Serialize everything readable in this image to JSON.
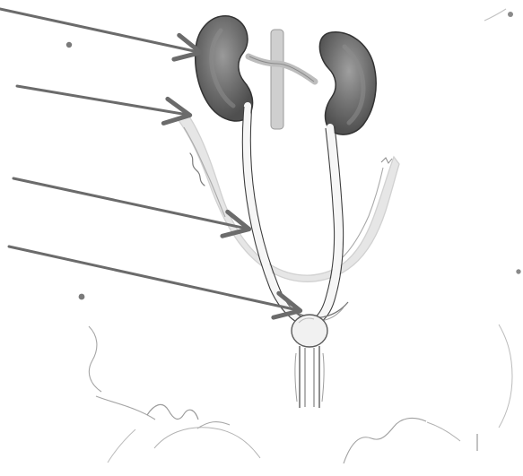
{
  "diagram": {
    "subject": "urinary-system",
    "labels_visible": false,
    "pointer_count": 4,
    "colors": {
      "background": "#ffffff",
      "kidney_outer": "#6f6f6f",
      "kidney_inner": "#8c8c8c",
      "kidney_outline": "#333333",
      "vessel": "#cfcfcf",
      "vessel_outline": "#8e8e8e",
      "ureter_outline": "#3f3f3f",
      "peritoneum": "#e6e6e6",
      "sketch_line": "#9a9a9a",
      "arrow": "#6b6b6b",
      "ball": "#f1f1f1",
      "ball_outline": "#5b5b5b"
    },
    "parts": [
      {
        "id": "kidney-left",
        "kind": "organ",
        "icon": "kidney-icon"
      },
      {
        "id": "kidney-right",
        "kind": "organ",
        "icon": "kidney-icon"
      },
      {
        "id": "aorta",
        "kind": "vessel"
      },
      {
        "id": "ureters",
        "kind": "tube"
      },
      {
        "id": "peritoneal-fold",
        "kind": "tissue"
      },
      {
        "id": "bladder",
        "kind": "organ"
      },
      {
        "id": "urethra",
        "kind": "tube"
      }
    ]
  }
}
